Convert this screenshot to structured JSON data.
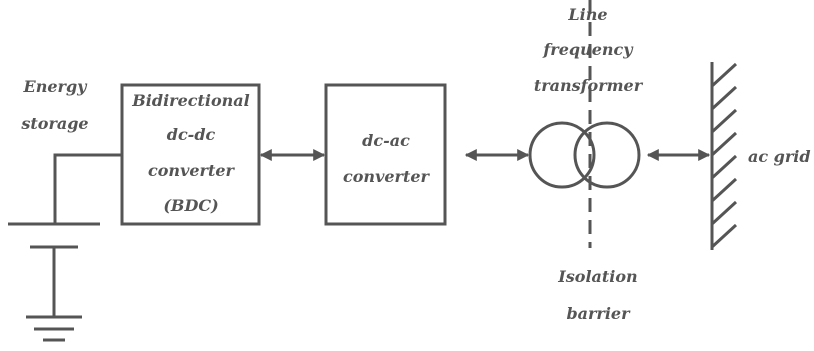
{
  "energy_storage": {
    "line1": "Energy",
    "line2": "storage"
  },
  "bdc": {
    "line1": "Bidirectional",
    "line2": "dc-dc",
    "line3": "converter",
    "line4": "(BDC)"
  },
  "inverter": {
    "line1": "dc-ac",
    "line2": "converter"
  },
  "transformer": {
    "line1": "Line",
    "line2": "frequency",
    "line3": "transformer"
  },
  "barrier": {
    "line1": "Isolation",
    "line2": "barrier"
  },
  "grid": {
    "label": "ac grid"
  },
  "colors": {
    "stroke": "#555555",
    "background": "#ffffff"
  }
}
